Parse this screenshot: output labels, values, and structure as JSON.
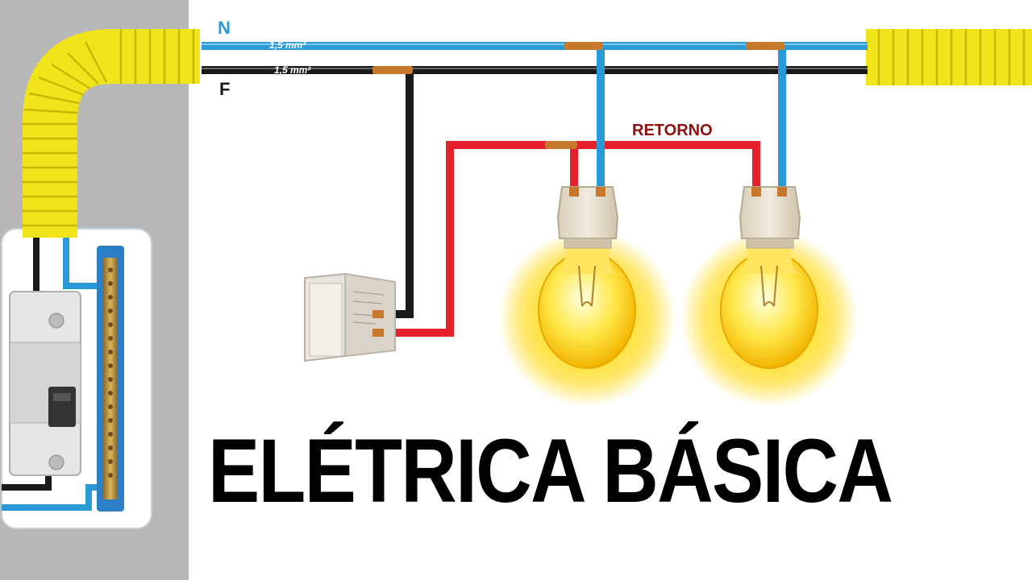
{
  "labels": {
    "neutral": "N",
    "phase": "F",
    "neutral_gauge": "1,5 mm²",
    "phase_gauge": "1,5 mm²",
    "return": "RETORNO"
  },
  "title": "ELÉTRICA BÁSICA",
  "colors": {
    "neutral_wire": "#2a9ad6",
    "phase_wire": "#1a1a1a",
    "return_wire": "#e5202c",
    "conduit": "#f2e41a",
    "wall": "#b8b8b8",
    "bulb_glow": "#ffd91a",
    "return_label": "#8b1010",
    "neutral_label": "#2a9ad6"
  },
  "components": {
    "conduits": 2,
    "lamps": 2,
    "switches": 1,
    "breakers": 1
  }
}
